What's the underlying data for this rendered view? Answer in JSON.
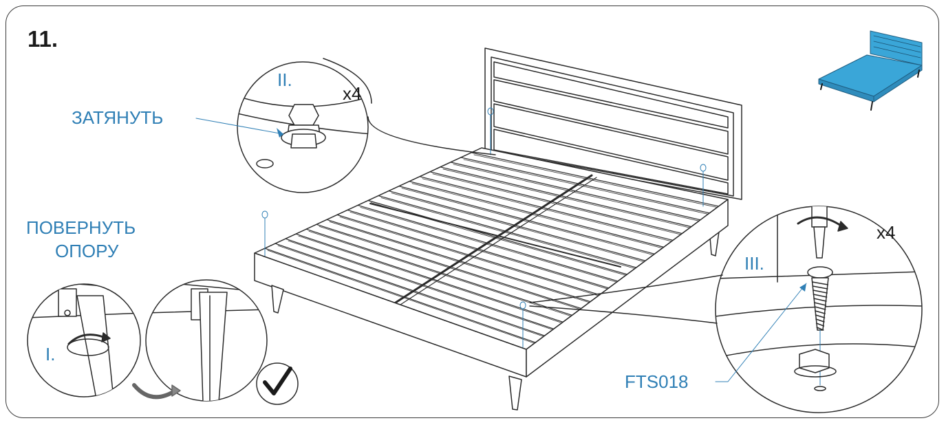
{
  "step_number": "11.",
  "colors": {
    "accent_blue": "#2f7fb5",
    "line": "#2a2a2a",
    "preview_bed": "#3aa6d8"
  },
  "callouts": {
    "tighten": {
      "roman": "II.",
      "label": "ЗАТЯНУТЬ",
      "quantity": "x4"
    },
    "rotate_leg": {
      "roman": "I.",
      "label_line1": "ПОВЕРНУТЬ",
      "label_line2": "ОПОРУ"
    },
    "screw": {
      "roman": "III.",
      "quantity": "x4",
      "part_code": "FTS018"
    }
  },
  "icons": {
    "preview": "bed-preview-icon",
    "check": "checkmark-icon",
    "rotate": "rotate-arrow-icon",
    "screwdriver": "screwdriver-icon",
    "screw": "wood-screw-icon"
  }
}
